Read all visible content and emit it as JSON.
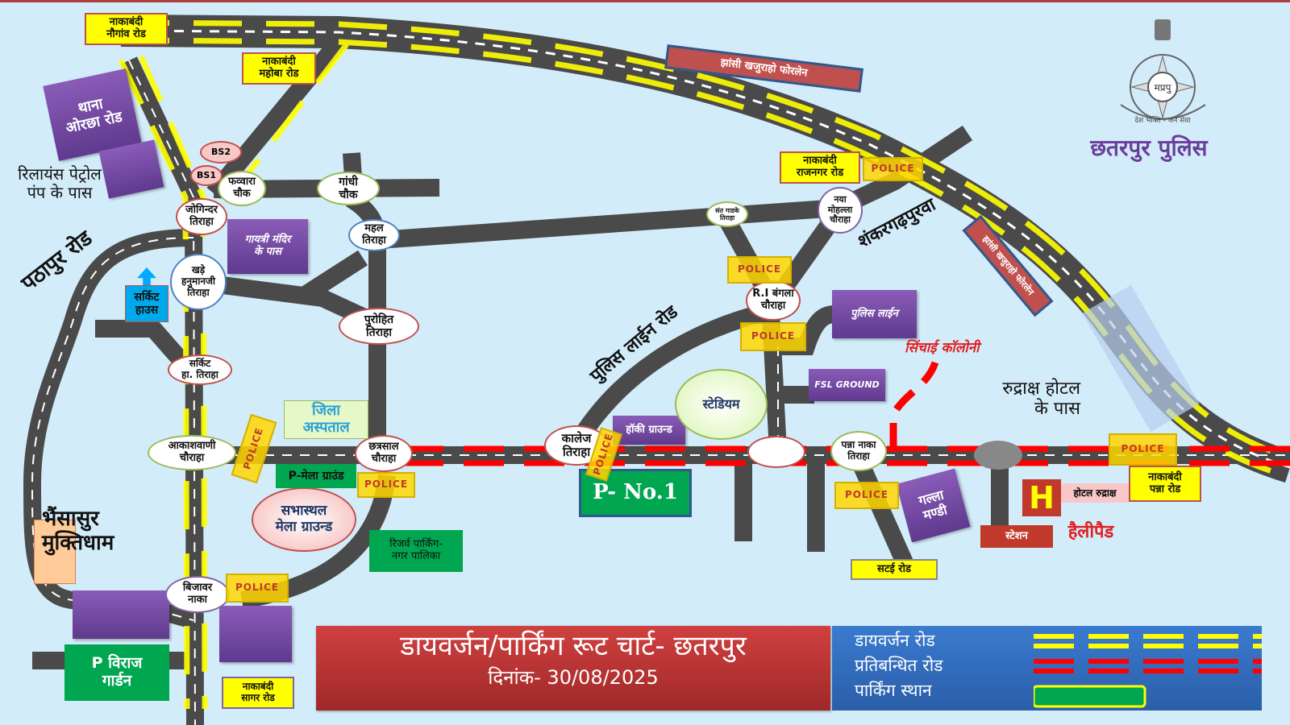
{
  "title": {
    "main": "डायवर्जन/पार्किंग रूट चार्ट- छतरपुर",
    "date": "दिनांक- 30/08/2025"
  },
  "legend": {
    "diversion": "डायवर्जन रोड",
    "restricted": "प्रतिबन्धित रोड",
    "parking": "पार्किंग स्थान"
  },
  "brand": {
    "name": "छतरपुर पुलिस",
    "motto": "देश भक्ति - जन सेवा",
    "emblem_text": "मप्रपु"
  },
  "police_label": "POLICE",
  "checkpoints": {
    "naugaon": [
      "नाकाबंदी",
      "नौगांव रोड"
    ],
    "mahoba": [
      "नाकाबंदी",
      "महोबा रोड"
    ],
    "rajnagar": [
      "नाकाबंदी",
      "राजनगर रोड"
    ],
    "panna": [
      "नाकाबंदी",
      "पन्ना रोड"
    ],
    "sagar": [
      "नाकाबंदी",
      "सागर रोड"
    ],
    "sattai": "सटई रोड"
  },
  "junctions": {
    "jogindar": [
      "जोगिन्दर",
      "तिराहा"
    ],
    "fawwara": [
      "फव्वारा",
      "चौक"
    ],
    "gandhi": [
      "गांधी",
      "चौक"
    ],
    "mahal": [
      "महल",
      "तिराहा"
    ],
    "khade_hanuman": [
      "खड़े",
      "हनुमानजी",
      "तिराहा"
    ],
    "purohit": [
      "पुरोहित",
      "तिराहा"
    ],
    "circuit": [
      "सर्किट",
      "हा. तिराहा"
    ],
    "akashvani": [
      "आकाशवाणी",
      "चौराहा"
    ],
    "chhatrasal": [
      "छत्रसाल",
      "चौराहा"
    ],
    "bijawar": [
      "बिजावर",
      "नाका"
    ],
    "college": [
      "कालेज",
      "तिराहा"
    ],
    "sant": [
      "संत गाडके",
      "तिराहा"
    ],
    "naya_mohalla": [
      "नया",
      "मोहल्ला",
      "चौराहा"
    ],
    "ri_bangla": [
      "R.I बंगला",
      "चौराहा"
    ],
    "panna_naka": [
      "पन्ना नाका",
      "तिराहा"
    ]
  },
  "places": {
    "thana_orchha": [
      "थाना",
      "ओरछा रोड"
    ],
    "gayatri": [
      "गायत्री मंदिर",
      "के पास"
    ],
    "circuit_house": [
      "सर्किट",
      "हाउस"
    ],
    "jila_aspatal": [
      "जिला",
      "अस्पताल"
    ],
    "sabhasthal": [
      "सभास्थल",
      "मेला ग्राउन्ड"
    ],
    "hockey": "हॉकी ग्राउन्ड",
    "stadium": "स्टेडियम",
    "police_line": "पुलिस लाईन",
    "fsl": "FSL GROUND",
    "galla_mandi": [
      "गल्ला",
      "मण्डी"
    ],
    "hotel_rudraksh": "होटल रुद्राक्ष",
    "station": "स्टेशन",
    "helipad": "हैलीपैड",
    "helipad_symbol": "H",
    "bs1": "BS1",
    "bs2": "BS2",
    "jhansi_forelane_1": "झांसी खजुराहो फोरलेन",
    "jhansi_forelane_2": "झांसी खजुराहो फोरलेन"
  },
  "parking": {
    "p_mela": "P-मेला ग्राउंड",
    "p_no1": "P- No.1",
    "reserve": [
      "रिजर्व पार्किंग-",
      "नगर पालिका"
    ],
    "viraj": [
      "P  विराज",
      "गार्डन"
    ]
  },
  "areas": {
    "reliance": [
      "रिलायंस पेट्रोल",
      "पंप के पास"
    ],
    "pathapur": "पठापुर रोड",
    "bhainsasur": [
      "भैंसासुर",
      "मुक्तिधाम"
    ],
    "police_line_road": "पुलिस लाईन रोड",
    "shankargarh": "शंकरगढ़पुरवा",
    "sinchai": "सिंचाई कॉलोनी",
    "rudraksh_near": [
      "रुद्राक्ष होटल",
      "के पास"
    ]
  },
  "colors": {
    "road": "#4a4a4a",
    "diversion": "#ffff00",
    "restricted": "#ff0000",
    "parking": "#00a650",
    "title_bg": "#c0392b",
    "legend_bg": "#2e6bb8"
  }
}
